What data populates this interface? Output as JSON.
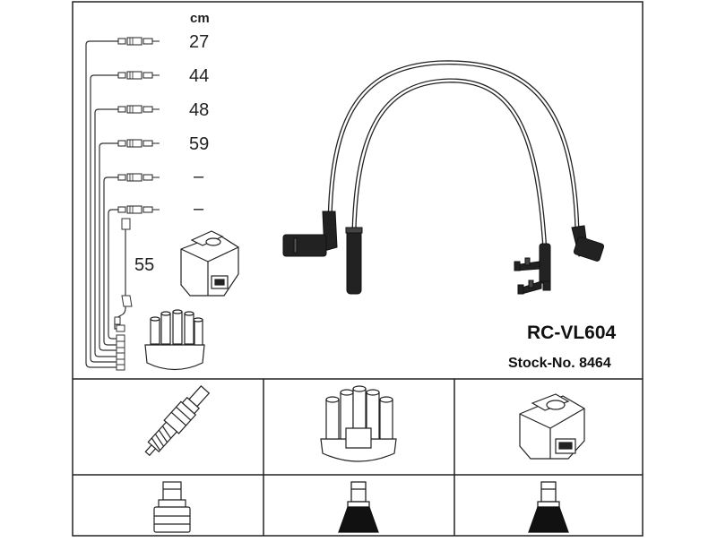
{
  "unit": "cm",
  "lengths": [
    "27",
    "44",
    "48",
    "59",
    "–",
    "–"
  ],
  "coil_lead_length": "55",
  "product_code": "RC-VL604",
  "stock_label": "Stock-No. 8464",
  "components": [
    "spark-plug",
    "distributor-cap",
    "ignition-coil"
  ],
  "connector_types": [
    "plug-boot-straight",
    "cap-boot-black",
    "coil-boot-black"
  ]
}
